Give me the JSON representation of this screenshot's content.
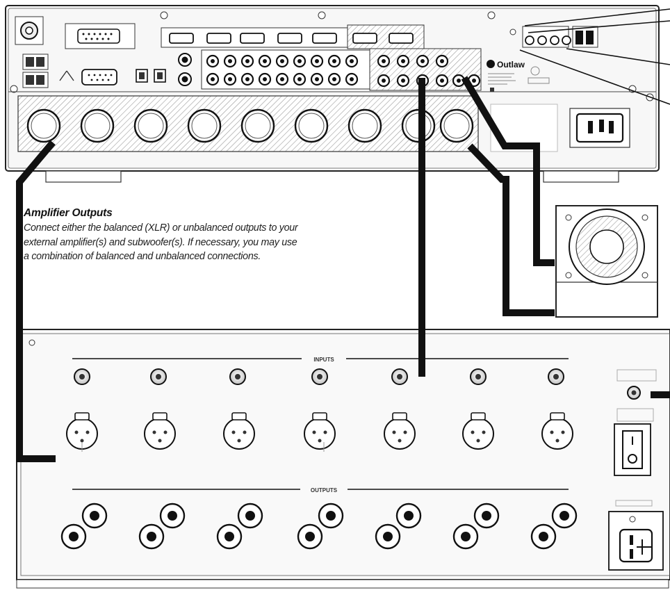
{
  "caption": {
    "title": "Amplifier Outputs",
    "body": "Connect either the balanced (XLR) or unbalanced outputs to your external amplifier(s) and subwoofer(s). If necessary, you may use a combination of balanced and unbalanced connections."
  },
  "labels": {
    "brand": "Outlaw",
    "inputs": "INPUTS",
    "outputs": "OUTPUTS"
  },
  "components": {
    "processor_rear_panel": "av-processor",
    "amplifier_rear_panel": "multichannel-amplifier",
    "subwoofer": "subwoofer"
  },
  "colors": {
    "line": "#111111",
    "panel_fill": "#f4f4f4",
    "hatch": "#9a9a9a"
  }
}
